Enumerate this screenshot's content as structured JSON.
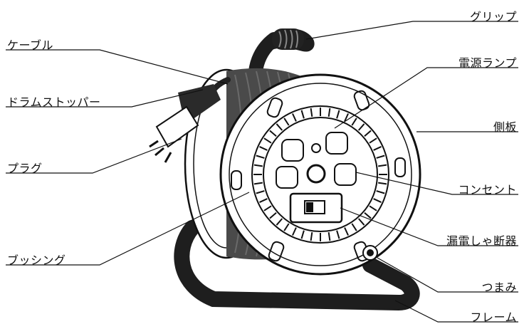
{
  "diagram": {
    "labels": {
      "cable": "ケーブル",
      "drum_stopper": "ドラムストッパー",
      "plug": "プラグ",
      "bushing": "ブッシング",
      "grip": "グリップ",
      "power_lamp": "電源ランプ",
      "side_plate": "側板",
      "outlet": "コンセント",
      "breaker": "漏電しゃ断器",
      "knob": "つまみ",
      "frame": "フレーム"
    }
  },
  "colors": {
    "line": "#111111",
    "cable": "#4a4a4a",
    "frame": "#1e1e1e",
    "background": "#ffffff"
  }
}
